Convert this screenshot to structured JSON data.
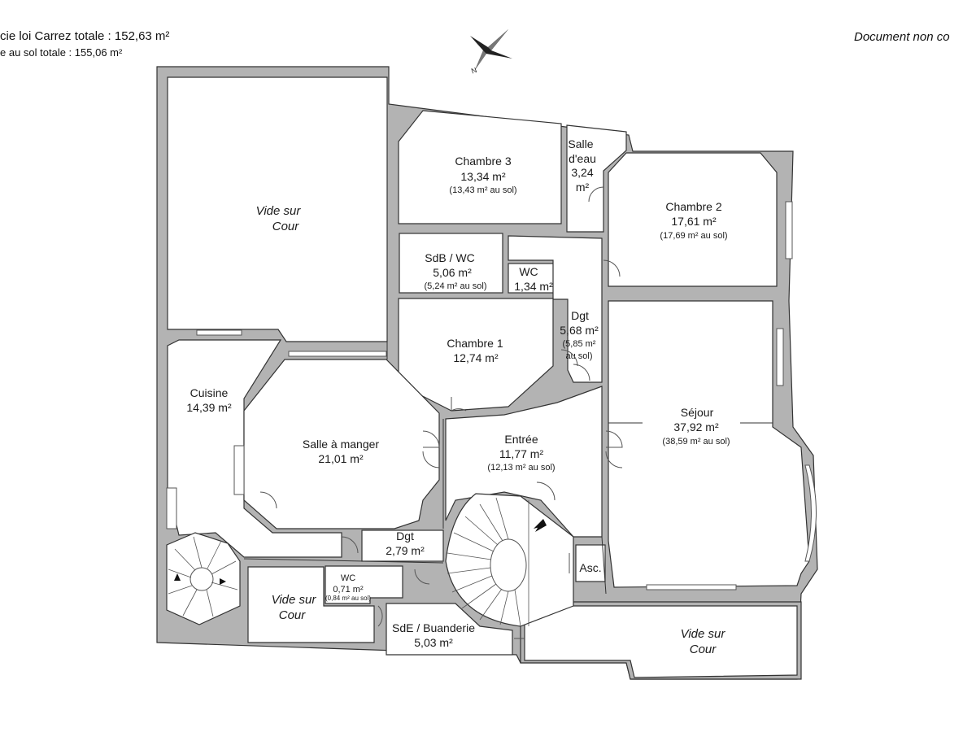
{
  "header": {
    "surface_carrez": "cie loi Carrez totale :  152,63 m²",
    "surface_sol": "e au sol totale :  155,06 m²",
    "disclaimer": "Document non co"
  },
  "compass": {
    "north_label": "N"
  },
  "rooms": {
    "vide_nw": {
      "line1": "Vide sur",
      "line2": "Cour"
    },
    "chambre3": {
      "name": "Chambre 3",
      "area": "13,34 m²",
      "sol": "(13,43 m² au sol)"
    },
    "salle_eau": {
      "line1": "Salle",
      "line2": "d'eau",
      "line3": "3,24",
      "line4": "m²"
    },
    "chambre2": {
      "name": "Chambre 2",
      "area": "17,61 m²",
      "sol": "(17,69 m² au sol)"
    },
    "sdb_wc": {
      "name": "SdB / WC",
      "area": "5,06 m²",
      "sol": "(5,24 m² au sol)"
    },
    "wc_top": {
      "name": "WC",
      "area": "1,34 m²"
    },
    "dgt_right": {
      "name": "Dgt",
      "area": "5,68 m²",
      "sol1": "(5,85 m²",
      "sol2": "au sol)"
    },
    "chambre1": {
      "name": "Chambre 1",
      "area": "12,74 m²"
    },
    "cuisine": {
      "name": "Cuisine",
      "area": "14,39 m²"
    },
    "salle_manger": {
      "name": "Salle à manger",
      "area": "21,01 m²"
    },
    "entree": {
      "name": "Entrée",
      "area": "11,77 m²",
      "sol": "(12,13 m² au sol)"
    },
    "sejour": {
      "name": "Séjour",
      "area": "37,92 m²",
      "sol": "(38,59 m² au sol)"
    },
    "dgt_bottom": {
      "name": "Dgt",
      "area": "2,79 m²"
    },
    "wc_bottom": {
      "name": "WC",
      "area": "0,71 m²",
      "sol": "(0,84 m² au sol)"
    },
    "vide_sw": {
      "line1": "Vide sur",
      "line2": "Cour"
    },
    "sde_buanderie": {
      "name": "SdE / Buanderie",
      "area": "5,03 m²"
    },
    "asc": {
      "name": "Asc."
    },
    "vide_se": {
      "line1": "Vide sur",
      "line2": "Cour"
    }
  }
}
